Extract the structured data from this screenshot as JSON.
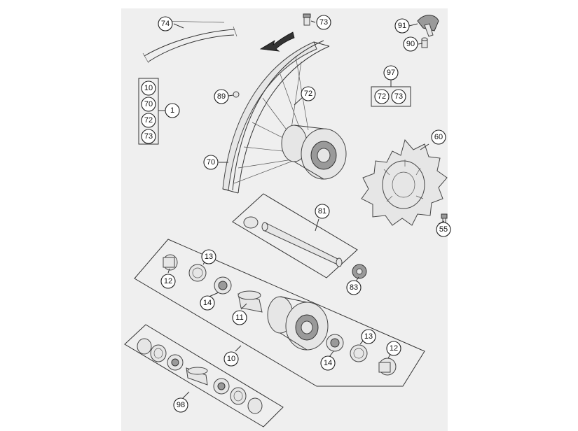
{
  "diagram": {
    "callouts": [
      {
        "id": "c74",
        "label": "74"
      },
      {
        "id": "c73a",
        "label": "73"
      },
      {
        "id": "c91",
        "label": "91"
      },
      {
        "id": "c90",
        "label": "90"
      },
      {
        "id": "c97",
        "label": "97"
      },
      {
        "id": "c72b",
        "label": "72"
      },
      {
        "id": "c73b",
        "label": "73"
      },
      {
        "id": "c10a",
        "label": "10"
      },
      {
        "id": "c70a",
        "label": "70"
      },
      {
        "id": "c72a",
        "label": "72"
      },
      {
        "id": "c73c",
        "label": "73"
      },
      {
        "id": "c1",
        "label": "1"
      },
      {
        "id": "c89",
        "label": "89"
      },
      {
        "id": "c72c",
        "label": "72"
      },
      {
        "id": "c60",
        "label": "60"
      },
      {
        "id": "c70b",
        "label": "70"
      },
      {
        "id": "c81",
        "label": "81"
      },
      {
        "id": "c55",
        "label": "55"
      },
      {
        "id": "c13a",
        "label": "13"
      },
      {
        "id": "c12a",
        "label": "12"
      },
      {
        "id": "c83",
        "label": "83"
      },
      {
        "id": "c14a",
        "label": "14"
      },
      {
        "id": "c11",
        "label": "11"
      },
      {
        "id": "c13b",
        "label": "13"
      },
      {
        "id": "c12b",
        "label": "12"
      },
      {
        "id": "c10b",
        "label": "10"
      },
      {
        "id": "c14b",
        "label": "14"
      },
      {
        "id": "c98",
        "label": "98"
      }
    ]
  }
}
